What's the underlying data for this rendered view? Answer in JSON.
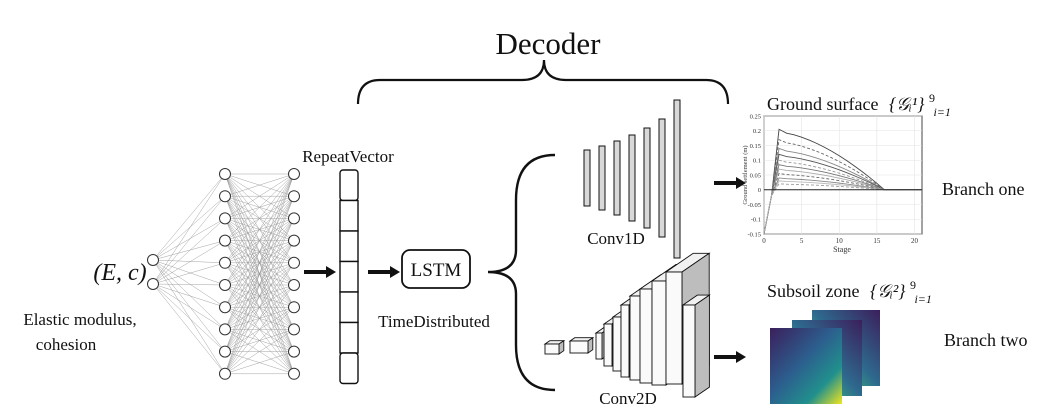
{
  "title": "Decoder",
  "input": {
    "symbol": "(E, c)",
    "description_line1": "Elastic modulus,",
    "description_line2": "cohesion"
  },
  "layers": {
    "repeat_vector": "RepeatVector",
    "lstm": "LSTM",
    "time_distributed": "TimeDistributed",
    "conv1d": "Conv1D",
    "conv2d": "Conv2D"
  },
  "branches": {
    "one": {
      "name": "Branch one",
      "caption_prefix": "Ground surface",
      "set_notation": "{𝒢ᵢ¹}",
      "set_sup": "9",
      "set_sub": "i=1"
    },
    "two": {
      "name": "Branch two",
      "caption_prefix": "Subsoil zone",
      "set_notation": "{𝒢ᵢ²}",
      "set_sup": "9",
      "set_sub": "i=1"
    }
  },
  "mini_plot": {
    "xlabel": "Stage",
    "ylabel": "Ground settlement (m)",
    "xticks": [
      "0",
      "5",
      "10",
      "15",
      "20"
    ],
    "yticks": [
      "0.25",
      "0.2",
      "0.15",
      "0.1",
      "0.05",
      "0",
      "-0.05",
      "-0.1",
      "-0.15"
    ]
  },
  "colors": {
    "heatmap_dark": "#3b1f5c",
    "heatmap_mid": "#21908d",
    "heatmap_light": "#f0e51f",
    "layer_fill": "#d8d8d8"
  }
}
